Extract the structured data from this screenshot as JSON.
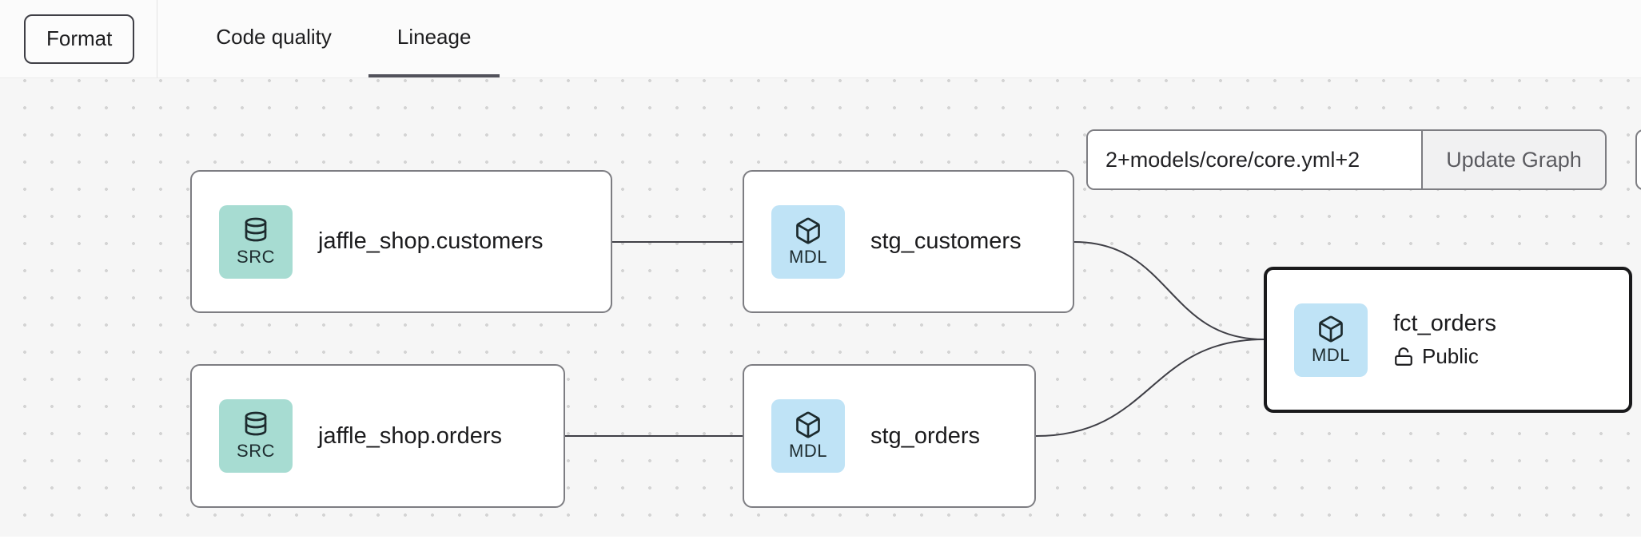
{
  "topbar": {
    "format_button": "Format",
    "tabs": [
      {
        "label": "Code quality",
        "active": false
      },
      {
        "label": "Lineage",
        "active": true
      }
    ]
  },
  "selector_bar": {
    "input_value": "2+models/core/core.yml+2",
    "update_button": "Update Graph"
  },
  "graph": {
    "nodes": [
      {
        "badge": "SRC",
        "icon": "database-icon",
        "label": "jaffle_shop.customers",
        "type": "source"
      },
      {
        "badge": "MDL",
        "icon": "cube-icon",
        "label": "stg_customers",
        "type": "model"
      },
      {
        "badge": "SRC",
        "icon": "database-icon",
        "label": "jaffle_shop.orders",
        "type": "source"
      },
      {
        "badge": "MDL",
        "icon": "cube-icon",
        "label": "stg_orders",
        "type": "model"
      },
      {
        "badge": "MDL",
        "icon": "cube-icon",
        "label": "fct_orders",
        "access": "Public",
        "type": "model",
        "selected": true
      }
    ],
    "edges": [
      {
        "from": "jaffle_shop.customers",
        "to": "stg_customers"
      },
      {
        "from": "jaffle_shop.orders",
        "to": "stg_orders"
      },
      {
        "from": "stg_customers",
        "to": "fct_orders"
      },
      {
        "from": "stg_orders",
        "to": "fct_orders"
      }
    ]
  },
  "colors": {
    "source_badge_bg": "#a7dcd2",
    "model_badge_bg": "#bfe3f6",
    "edge": "#3f3f46",
    "canvas_bg": "#f6f6f6",
    "selected_border": "#1a1a1c",
    "tab_underline": "#52525b"
  }
}
